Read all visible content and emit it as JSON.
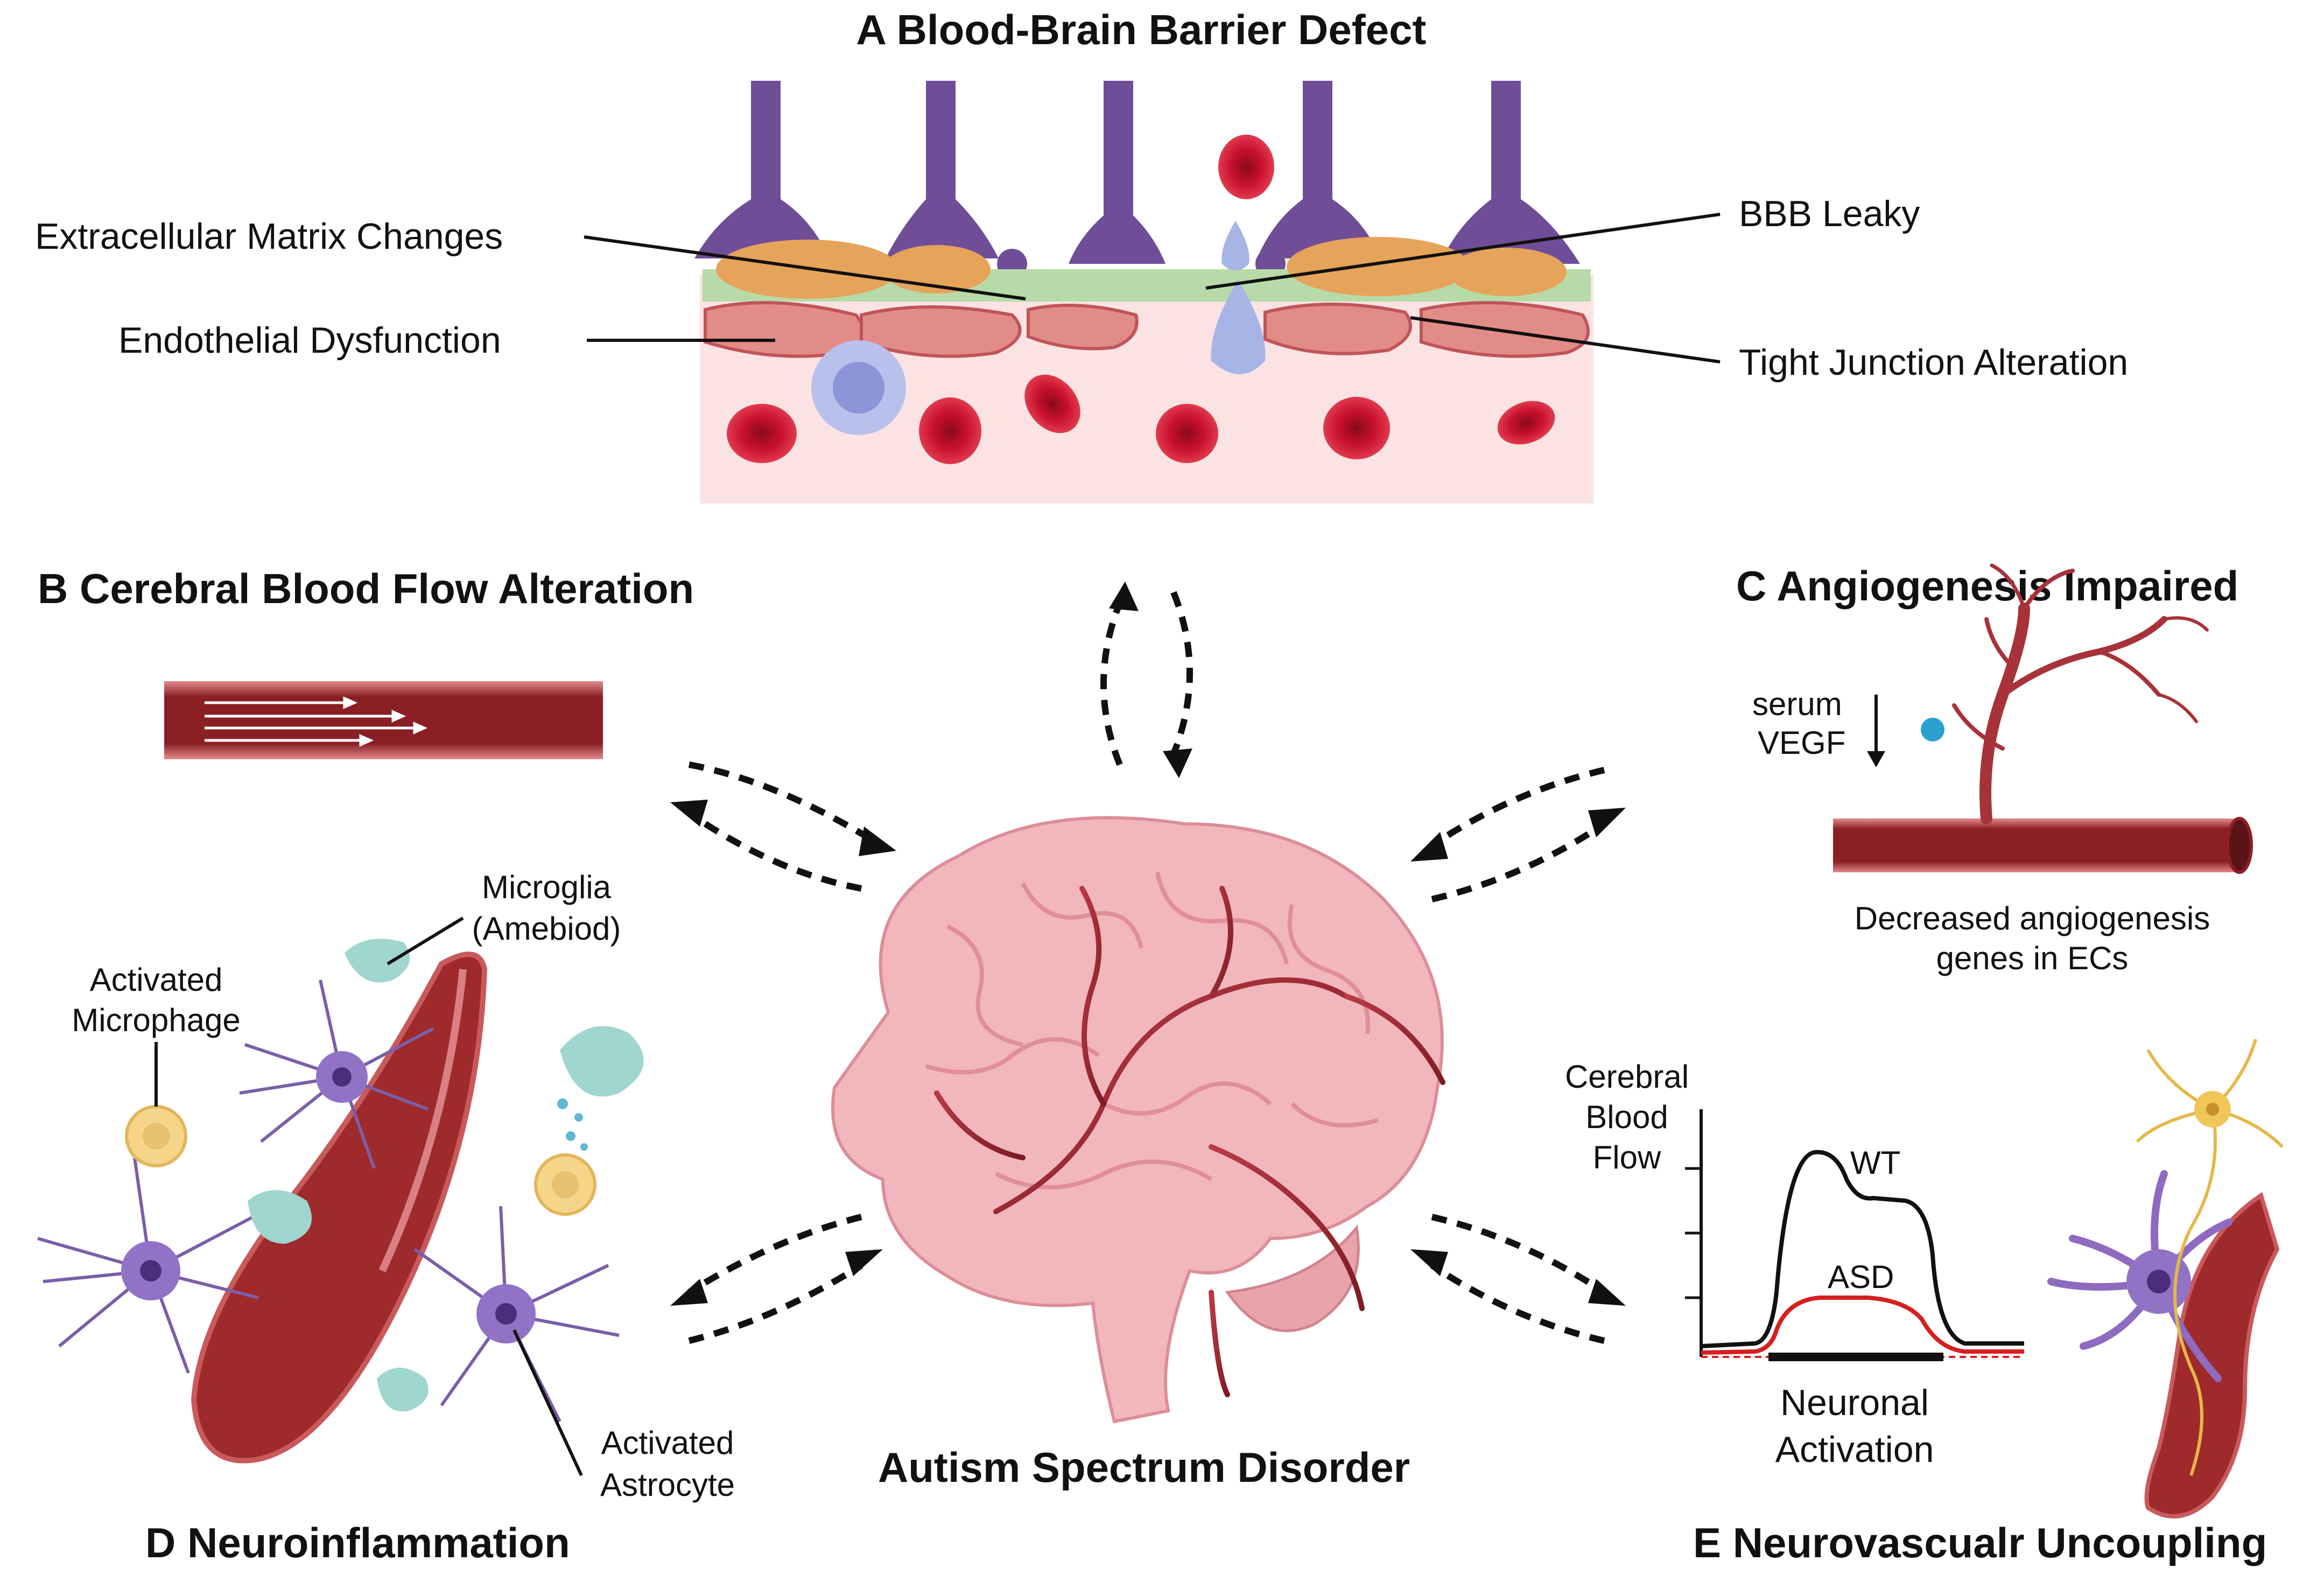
{
  "panels": {
    "a_title": "A Blood-Brain Barrier Defect",
    "b_title": "B Cerebral Blood Flow Alteration",
    "c_title": "C Angiogenesis Impaired",
    "d_title": "D Neuroinflammation",
    "e_title": "E Neurovascualr Uncoupling",
    "center_title": "Autism Spectrum  Disorder"
  },
  "panel_a": {
    "ecm": "Extracellular Matrix Changes",
    "endothelial": "Endothelial Dysfunction",
    "bbb_leaky": "BBB Leaky",
    "tight_junction": "Tight Junction Alteration"
  },
  "panel_c": {
    "serum": "serum",
    "vegf": "VEGF",
    "decreased_line1": "Decreased angiogenesis",
    "decreased_line2": "genes in ECs"
  },
  "panel_d": {
    "microglia_line1": "Microglia",
    "microglia_line2": "(Amebiod)",
    "macrophage_line1": "Activated",
    "macrophage_line2": "Microphage",
    "astrocyte_line1": "Activated",
    "astrocyte_line2": "Astrocyte"
  },
  "panel_e": {
    "ylabel_line1": "Cerebral",
    "ylabel_line2": "Blood",
    "ylabel_line3": "Flow",
    "wt": "WT",
    "asd": "ASD",
    "xlabel_line1": "Neuronal",
    "xlabel_line2": "Activation"
  },
  "colors": {
    "vessel": "#9e2a2b",
    "rbc": "#c8102e",
    "astrocyte": "#7b5ea7",
    "brain": "#f2b6bd",
    "wt_line": "#111111",
    "asd_line": "#d81e1e"
  }
}
